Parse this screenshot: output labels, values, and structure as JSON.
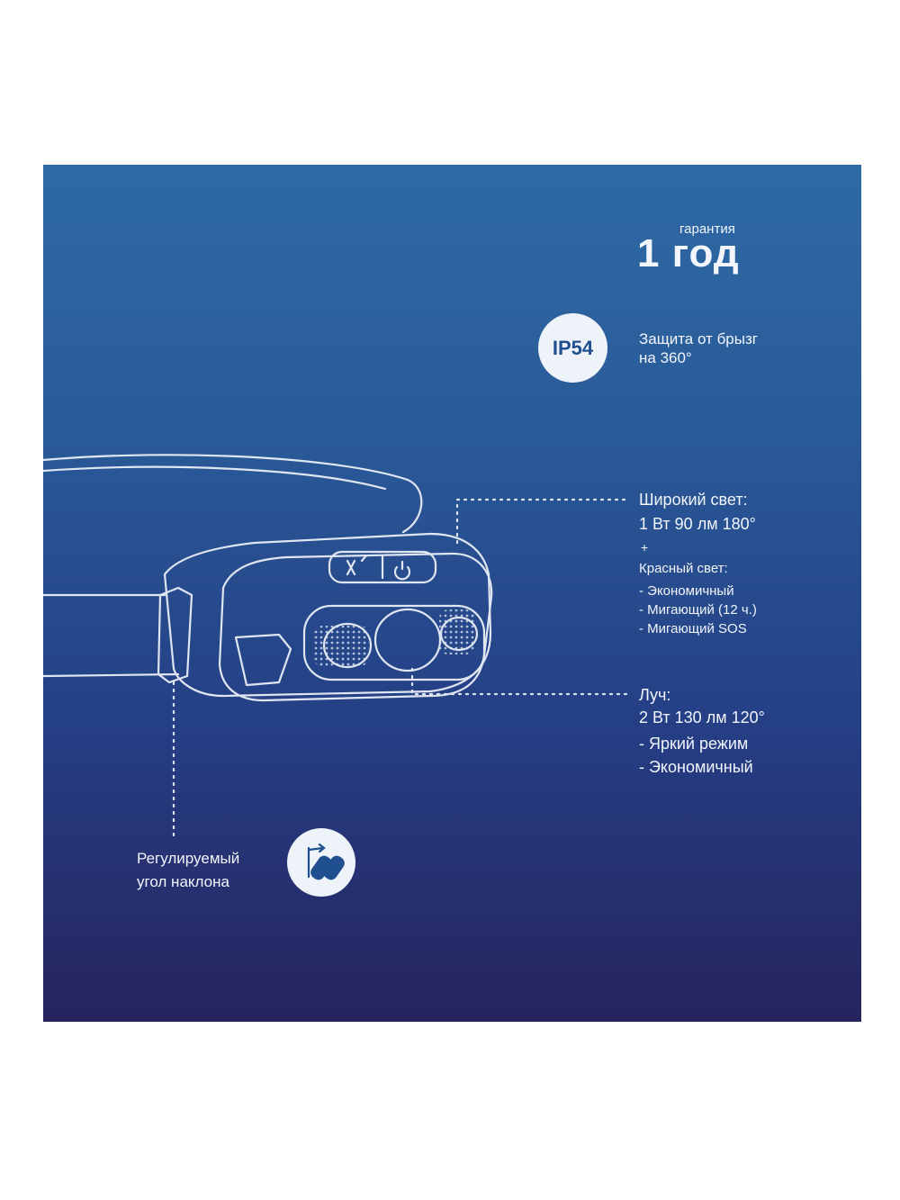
{
  "warranty": {
    "label": "гарантия",
    "value": "1 год"
  },
  "ip": {
    "badge": "IP54",
    "text": "Защита от брызг\nна 360°"
  },
  "wide_light": {
    "title": "Широкий свет:",
    "spec": "1 Вт 90 лм 180°",
    "plus": "+",
    "red_title": "Красный свет:",
    "red_modes": [
      "- Экономичный",
      "- Мигающий (12 ч.)",
      "- Мигающий SOS"
    ]
  },
  "beam": {
    "title": "Луч:",
    "spec": "2 Вт 130 лм 120°",
    "modes": [
      "- Яркий режим",
      "- Экономичный"
    ]
  },
  "tilt": {
    "text": "Регулируемый\nугол наклона",
    "icon": "tilt-angle-icon"
  },
  "colors": {
    "panel_top": "#2e6aa5",
    "panel_bottom": "#26245e",
    "line": "#dfe6f2",
    "badge": "#eef2f9"
  }
}
